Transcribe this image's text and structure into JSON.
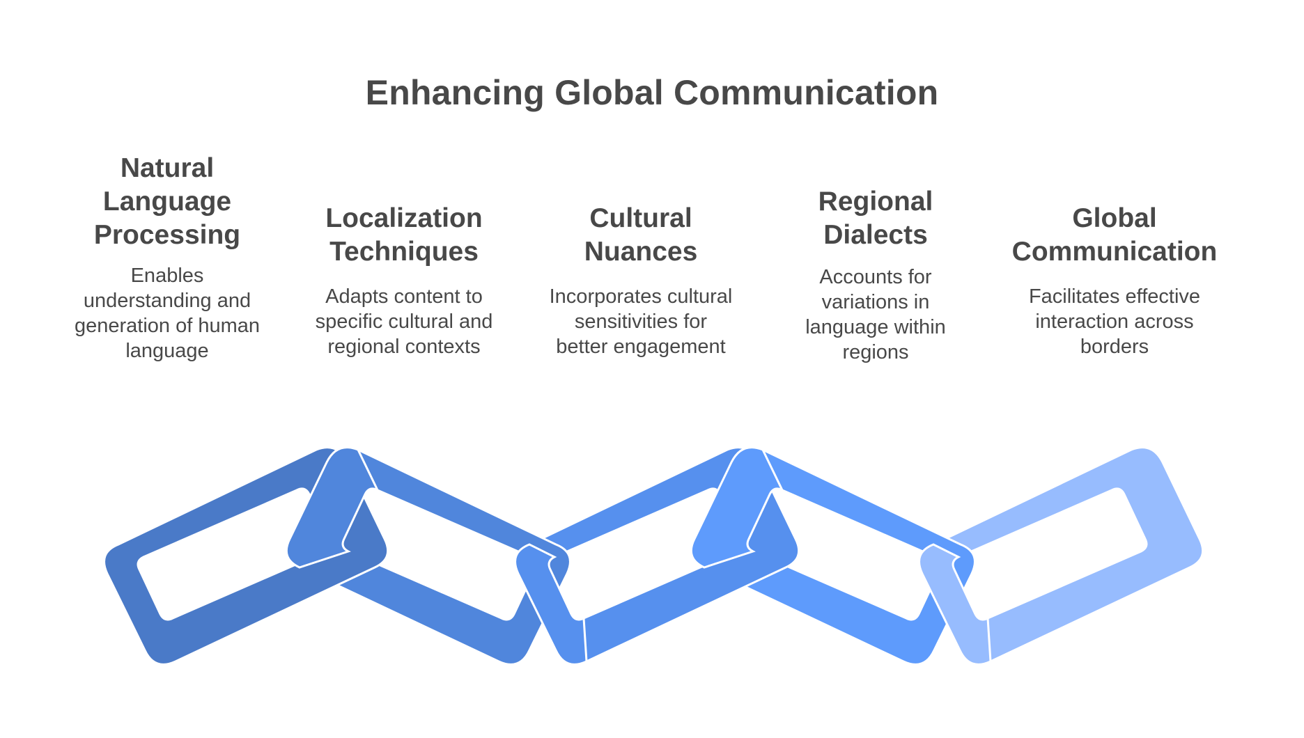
{
  "title": "Enhancing Global Communication",
  "colors": {
    "link_1": "#4A7AC8",
    "link_2": "#5086DC",
    "link_3": "#5690EE",
    "link_4": "#5E9BFC",
    "link_5": "#97BCFE",
    "text": "#484848"
  },
  "steps": [
    {
      "heading": "Natural\nLanguage\nProcessing",
      "description": "Enables\nunderstanding and\ngeneration of human\nlanguage"
    },
    {
      "heading": "Localization\nTechniques",
      "description": "Adapts content to\nspecific cultural and\nregional contexts"
    },
    {
      "heading": "Cultural\nNuances",
      "description": "Incorporates cultural\nsensitivities for\nbetter engagement"
    },
    {
      "heading": "Regional\nDialects",
      "description": "Accounts for\nvariations in\nlanguage within\nregions"
    },
    {
      "heading": "Global\nCommunication",
      "description": "Facilitates effective\ninteraction across\nborders"
    }
  ]
}
